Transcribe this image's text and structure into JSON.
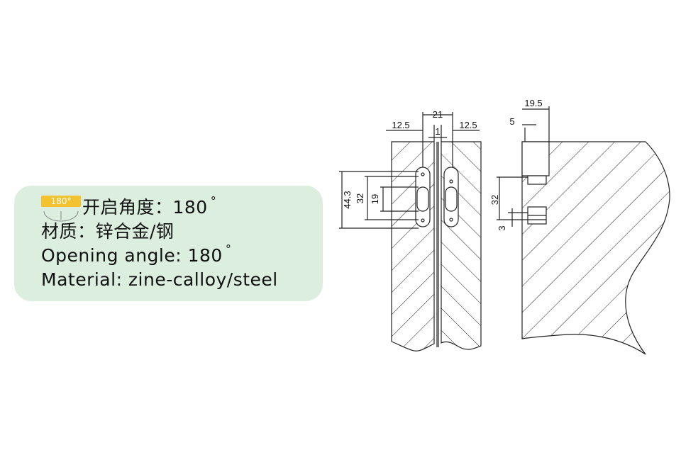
{
  "spec": {
    "badge_label": "180°",
    "line1": "开启角度：180",
    "line2": "材质：锌合金/钢",
    "line3": "Opening angle: 180",
    "line4": "Material: zine-calloy/steel",
    "degree_mark": "°"
  },
  "dimensions": {
    "front": {
      "width_21": "21",
      "left_12_5": "12.5",
      "right_12_5": "12.5",
      "gap_1": "1",
      "height_44_3": "44.3",
      "height_32": "32",
      "height_19": "19"
    },
    "side": {
      "width_19_5": "19.5",
      "width_5": "5",
      "height_32": "32",
      "height_3": "3"
    }
  },
  "colors": {
    "card_bg": "#dcefdf",
    "badge": "#f2c230",
    "line": "#222222"
  }
}
